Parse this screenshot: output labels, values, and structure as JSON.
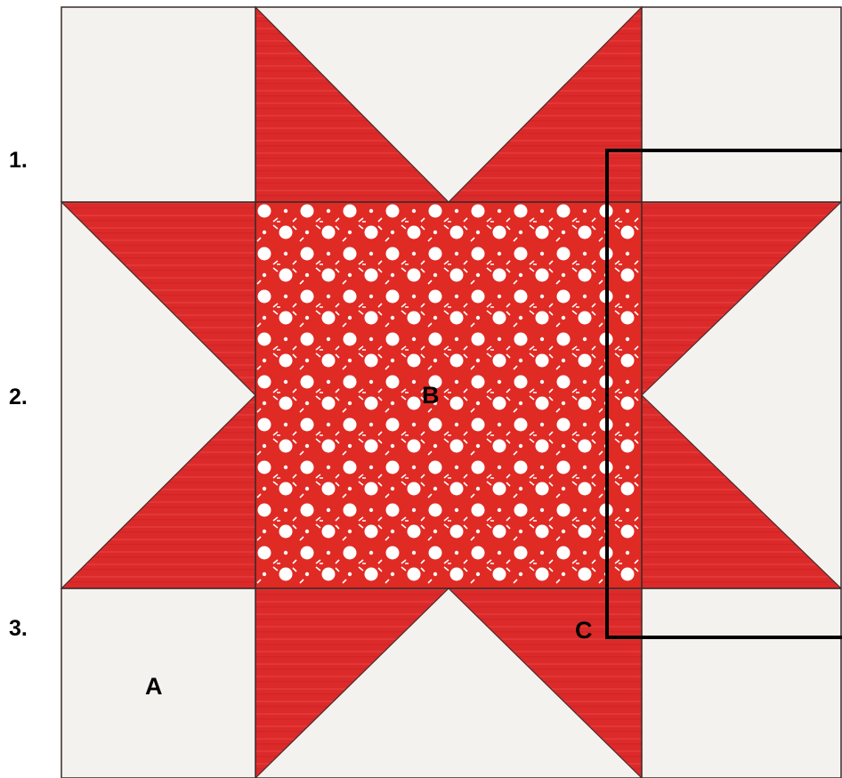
{
  "row_labels": [
    "1.",
    "2.",
    "3."
  ],
  "piece_labels": {
    "a": "A",
    "b": "B",
    "c": "C"
  },
  "colors": {
    "background_fabric": "#f4f2ef",
    "star_red": "#de2b2b",
    "star_red_dark": "#c81f20",
    "center_red": "#e02a24",
    "dot_white": "#ffffff",
    "seam": "#4a2a2a",
    "bracket": "#000000"
  },
  "icons": {
    "center_print": "polka-dot-pattern"
  }
}
